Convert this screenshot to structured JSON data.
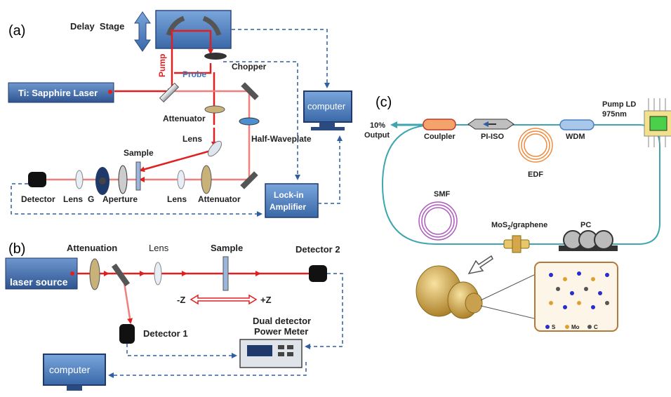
{
  "panel_a": {
    "label": "(a)",
    "delay_stage": "Delay  Stage",
    "pump": "Pump",
    "probe": "Probe",
    "chopper": "Chopper",
    "laser": "Ti: Sapphire Laser",
    "attenuator_top": "Attenuator",
    "lens_upper": "Lens",
    "half_waveplate": "Half-Waveplate",
    "sample": "Sample",
    "computer": "computer",
    "detector": "Detector",
    "lens_left": "Lens",
    "g": "G",
    "aperture": "Aperture",
    "lens_right": "Lens",
    "attenuator_bottom": "Attenuator",
    "lockin_line1": "Lock-in",
    "lockin_line2": "Amplifier"
  },
  "panel_b": {
    "label": "(b)",
    "attenuation": "Attenuation",
    "lens": "Lens",
    "sample": "Sample",
    "detector2": "Detector 2",
    "laser_source": "laser source",
    "minus_z": "-Z",
    "plus_z": "+Z",
    "dual_line1": "Dual detector",
    "dual_line2": "Power Meter",
    "detector1": "Detector 1",
    "computer": "computer"
  },
  "panel_c": {
    "label": "(c)",
    "output_line1": "10%",
    "output_line2": "Output",
    "coupler": "Coulpler",
    "isolator": "PI-ISO",
    "edf": "EDF",
    "wdm": "WDM",
    "pump_line1": "Pump LD",
    "pump_line2": "975nm",
    "smf": "SMF",
    "mos2_prefix": "MoS",
    "mos2_sub": "2",
    "mos2_suffix": "/graphene",
    "pc": "PC",
    "legend_s": "S",
    "legend_mo": "Mo",
    "legend_c": "C"
  },
  "colors": {
    "beam_red": "#e02020",
    "beam_pink": "#f08080",
    "dashed_blue": "#2f5fa0",
    "box_blue": "#4f7fc0",
    "fiber_teal": "#3fa6b0",
    "label_navy": "#1f3864",
    "coil_orange": "#f08a3c",
    "coil_purple": "#b05ac0"
  }
}
